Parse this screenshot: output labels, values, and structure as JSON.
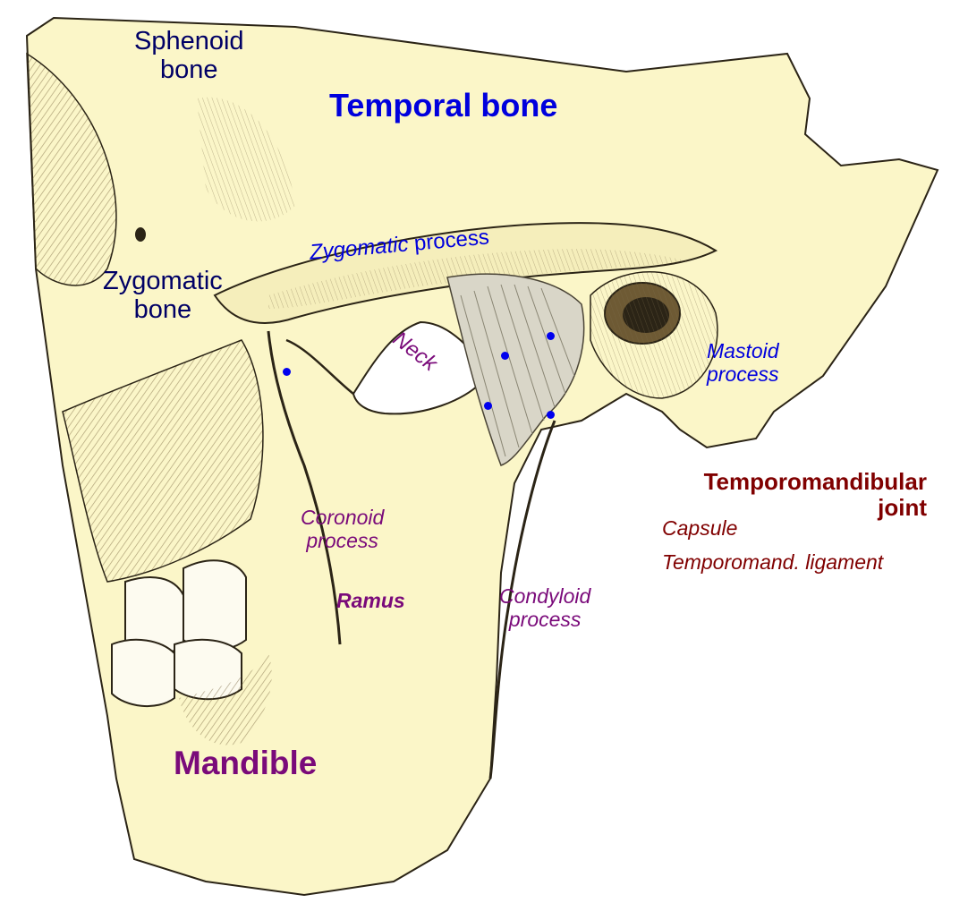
{
  "labels": {
    "sphenoid_bone": [
      "Sphenoid",
      "bone"
    ],
    "temporal_bone": "Temporal bone",
    "zygomatic_process": [
      "Zygomatic",
      "process"
    ],
    "zygomatic_bone": [
      "Zygomatic",
      "bone"
    ],
    "neck": "Neck",
    "mastoid_process": [
      "Mastoid",
      "process"
    ],
    "tmj_title": [
      "Temporomandibular",
      "joint"
    ],
    "capsule": "Capsule",
    "ligament": "Temporomand. ligament",
    "coronoid_process": [
      "Coronoid",
      "process"
    ],
    "ramus": "Ramus",
    "condyloid_process": [
      "Condyloid",
      "process"
    ],
    "mandible": "Mandible"
  },
  "colors": {
    "bone_fill": "#fbf6c8",
    "engraving_shade": "#6e5a34",
    "outline": "#2b2416",
    "bone_label": "#000066",
    "temporal_label": "#0000dd",
    "mandible_label": "#7a0a7a",
    "tmj_label": "#800000",
    "marker_dot": "#0000ee"
  },
  "markers": [
    "landmark-dot",
    "landmark-dot",
    "landmark-dot",
    "landmark-dot",
    "landmark-dot"
  ]
}
